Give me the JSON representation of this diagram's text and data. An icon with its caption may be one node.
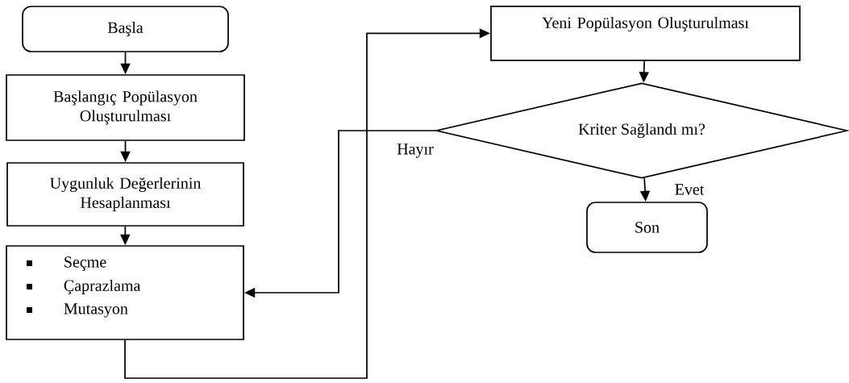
{
  "diagram": {
    "nodes": [
      {
        "text": [
          "Başla"
        ]
      },
      {
        "text": [
          "Başlangıç Popülasyon Oluşturulması"
        ]
      },
      {
        "text": [
          "Uygunluk Değerlerinin Hesaplanması"
        ]
      },
      {
        "text": [
          "Seçme",
          "Çaprazlama",
          "Mutasyon"
        ]
      },
      {
        "text": [
          "Yeni Popülasyon Oluşturulması"
        ]
      },
      {
        "text": [
          "Kriter Sağlandı mı?"
        ]
      },
      {
        "text": [
          "Son"
        ]
      }
    ],
    "edges": [
      {
        "from": 0,
        "to": 1,
        "arrow": "to"
      },
      {
        "from": 1,
        "to": 2,
        "arrow": "to"
      },
      {
        "from": 2,
        "to": 3,
        "arrow": "to"
      },
      {
        "from": 3,
        "to": 4,
        "arrow": "to"
      },
      {
        "from": 4,
        "to": 5,
        "arrow": "to"
      },
      {
        "from": 5,
        "to": 3,
        "arrow": "to",
        "label": "Hayır"
      },
      {
        "from": 5,
        "to": 6,
        "arrow": "to",
        "label": "Evet"
      }
    ]
  }
}
